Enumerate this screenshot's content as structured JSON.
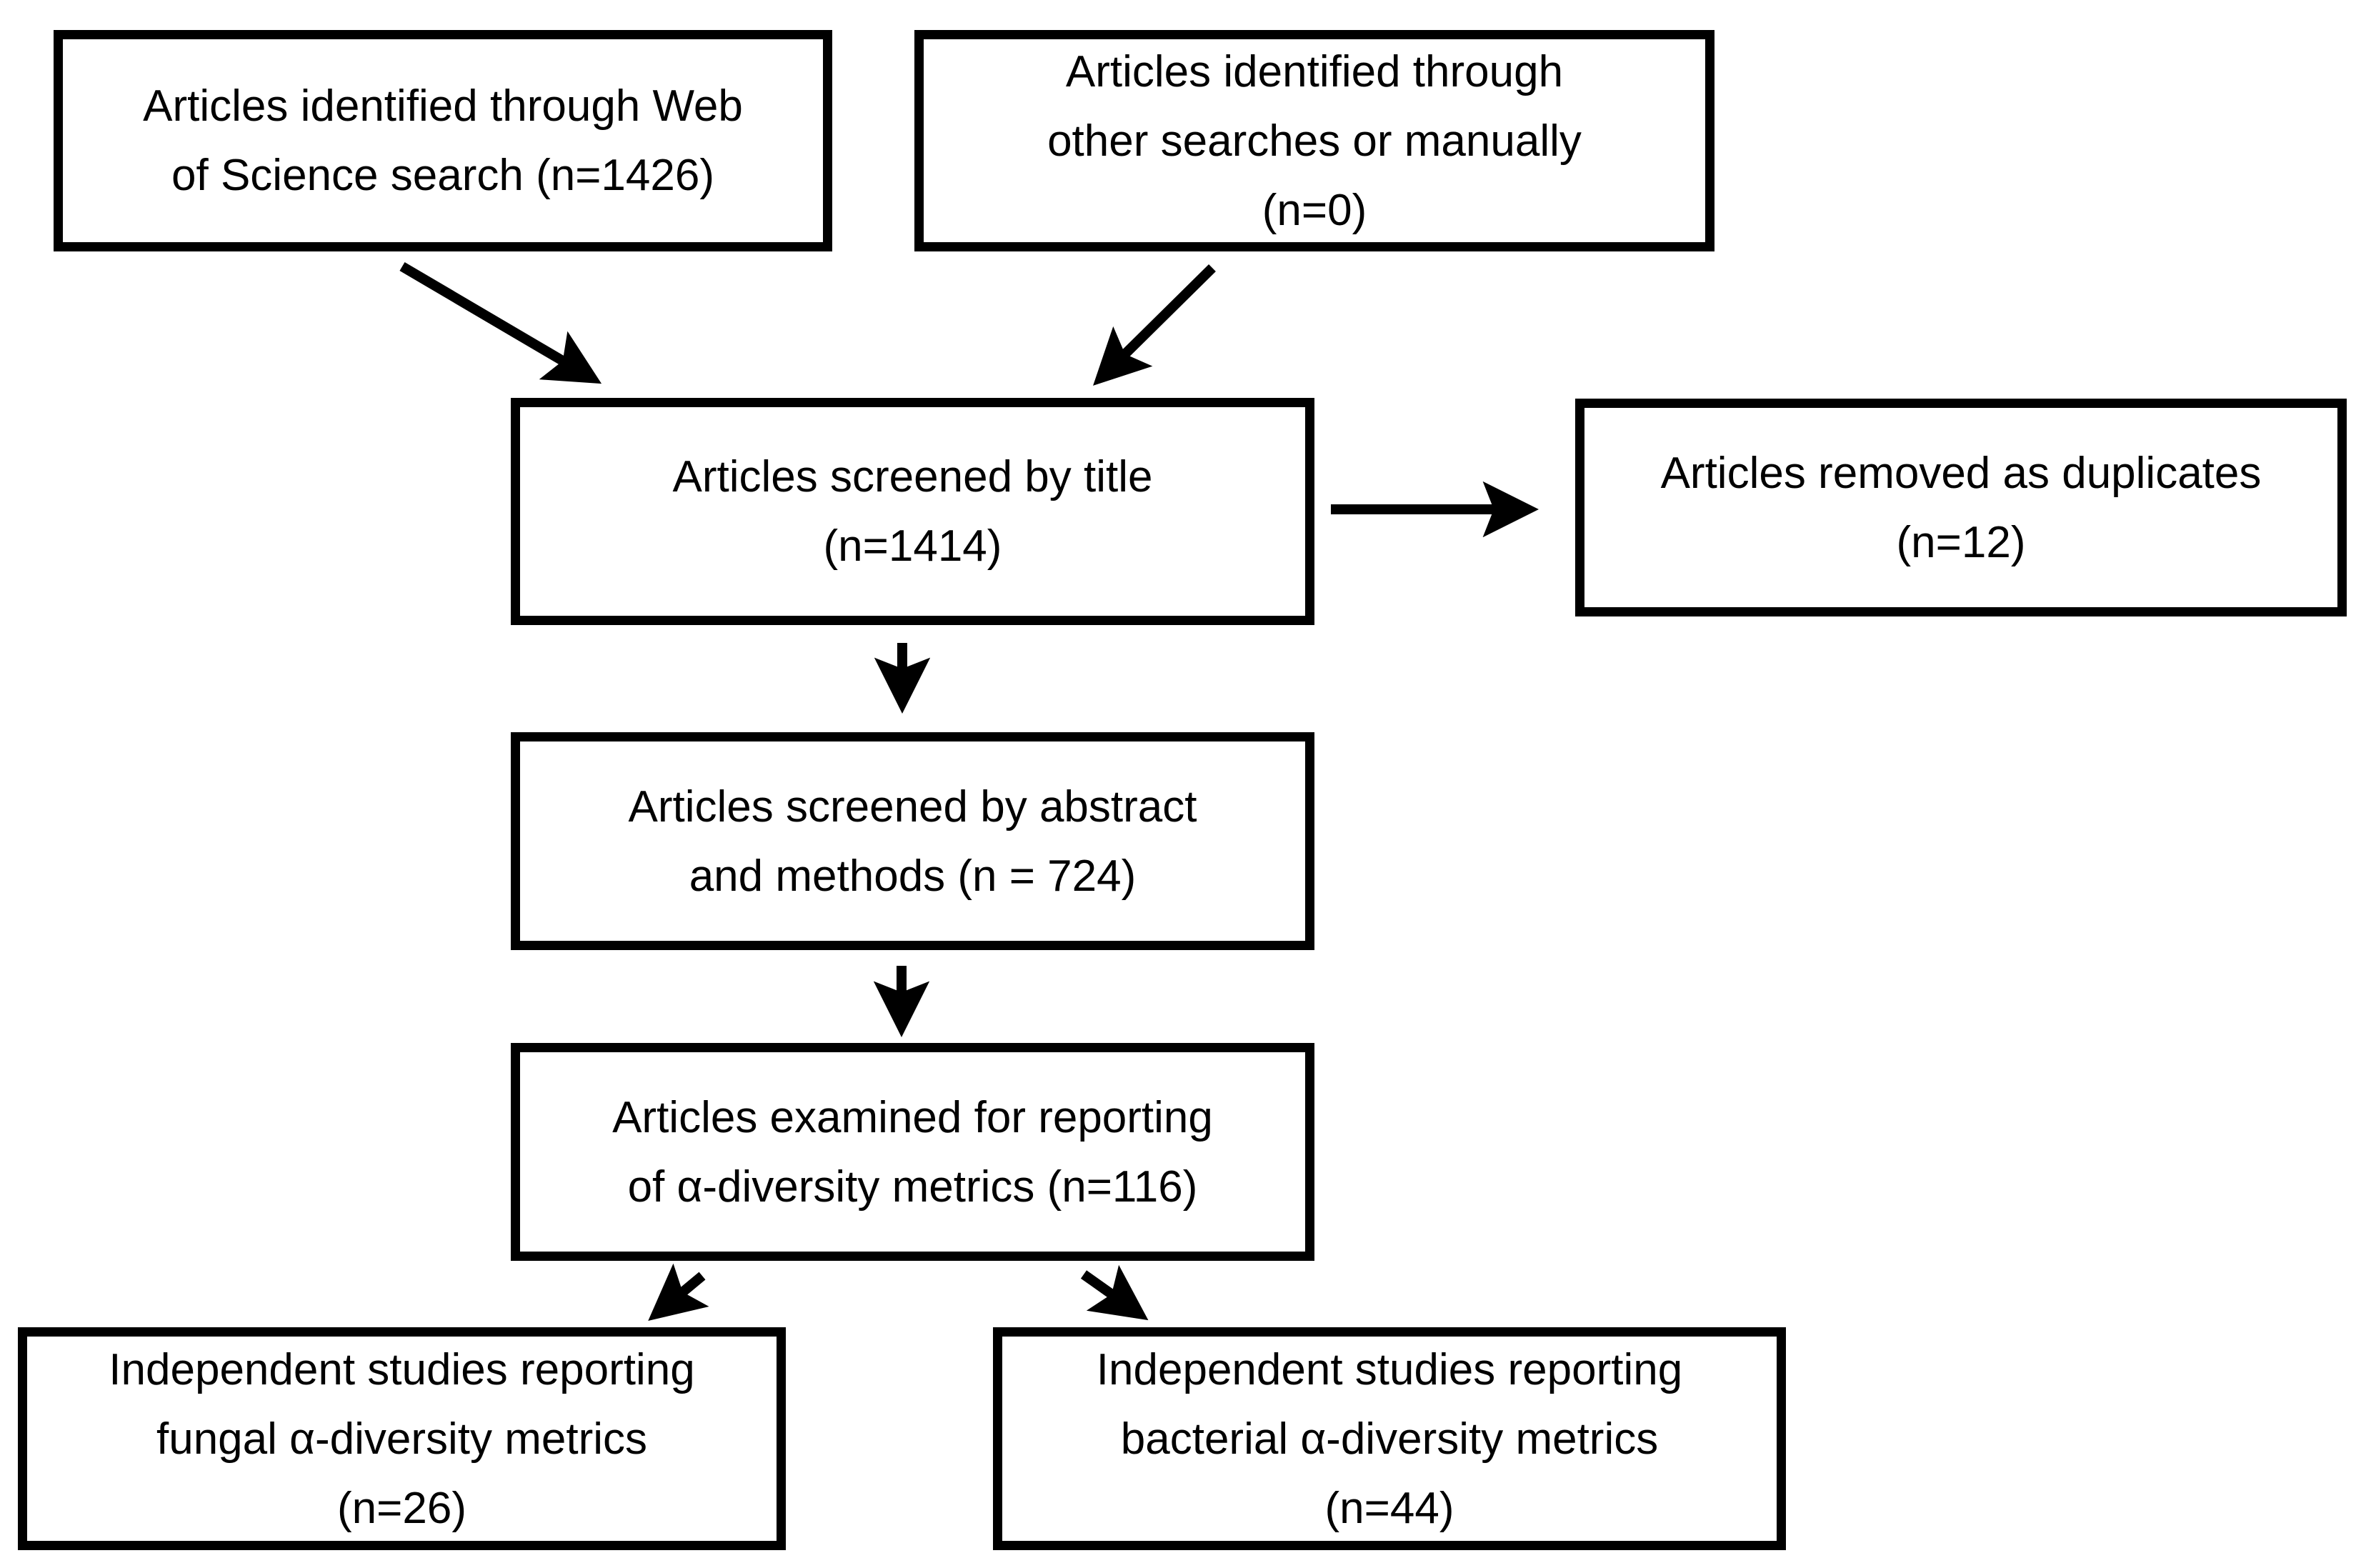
{
  "diagram": {
    "title": "Article screening flow diagram",
    "background_color": "#ffffff",
    "box_border_color": "#000000",
    "text_color": "#000000",
    "boxes": {
      "identified_wos": {
        "n": 1426,
        "lines": [
          "Articles identified through Web",
          "of Science search (n=1426)"
        ]
      },
      "identified_other": {
        "n": 0,
        "lines": [
          "Articles identified through",
          "other searches or manually",
          "(n=0)"
        ]
      },
      "screened_title": {
        "n": 1414,
        "lines": [
          "Articles screened by title",
          "(n=1414)"
        ]
      },
      "removed_duplicates": {
        "n": 12,
        "lines": [
          "Articles removed as duplicates",
          "(n=12)"
        ]
      },
      "screened_abstract": {
        "n": 724,
        "lines": [
          "Articles screened by abstract",
          "and methods (n = 724)"
        ]
      },
      "examined_alpha": {
        "n": 116,
        "lines": [
          "Articles examined for reporting",
          "of α-diversity metrics (n=116)"
        ]
      },
      "fungal": {
        "n": 26,
        "lines": [
          "Independent studies reporting",
          "fungal α-diversity metrics",
          "(n=26)"
        ]
      },
      "bacterial": {
        "n": 44,
        "lines": [
          "Independent studies reporting",
          "bacterial α-diversity metrics",
          "(n=44)"
        ]
      }
    }
  }
}
